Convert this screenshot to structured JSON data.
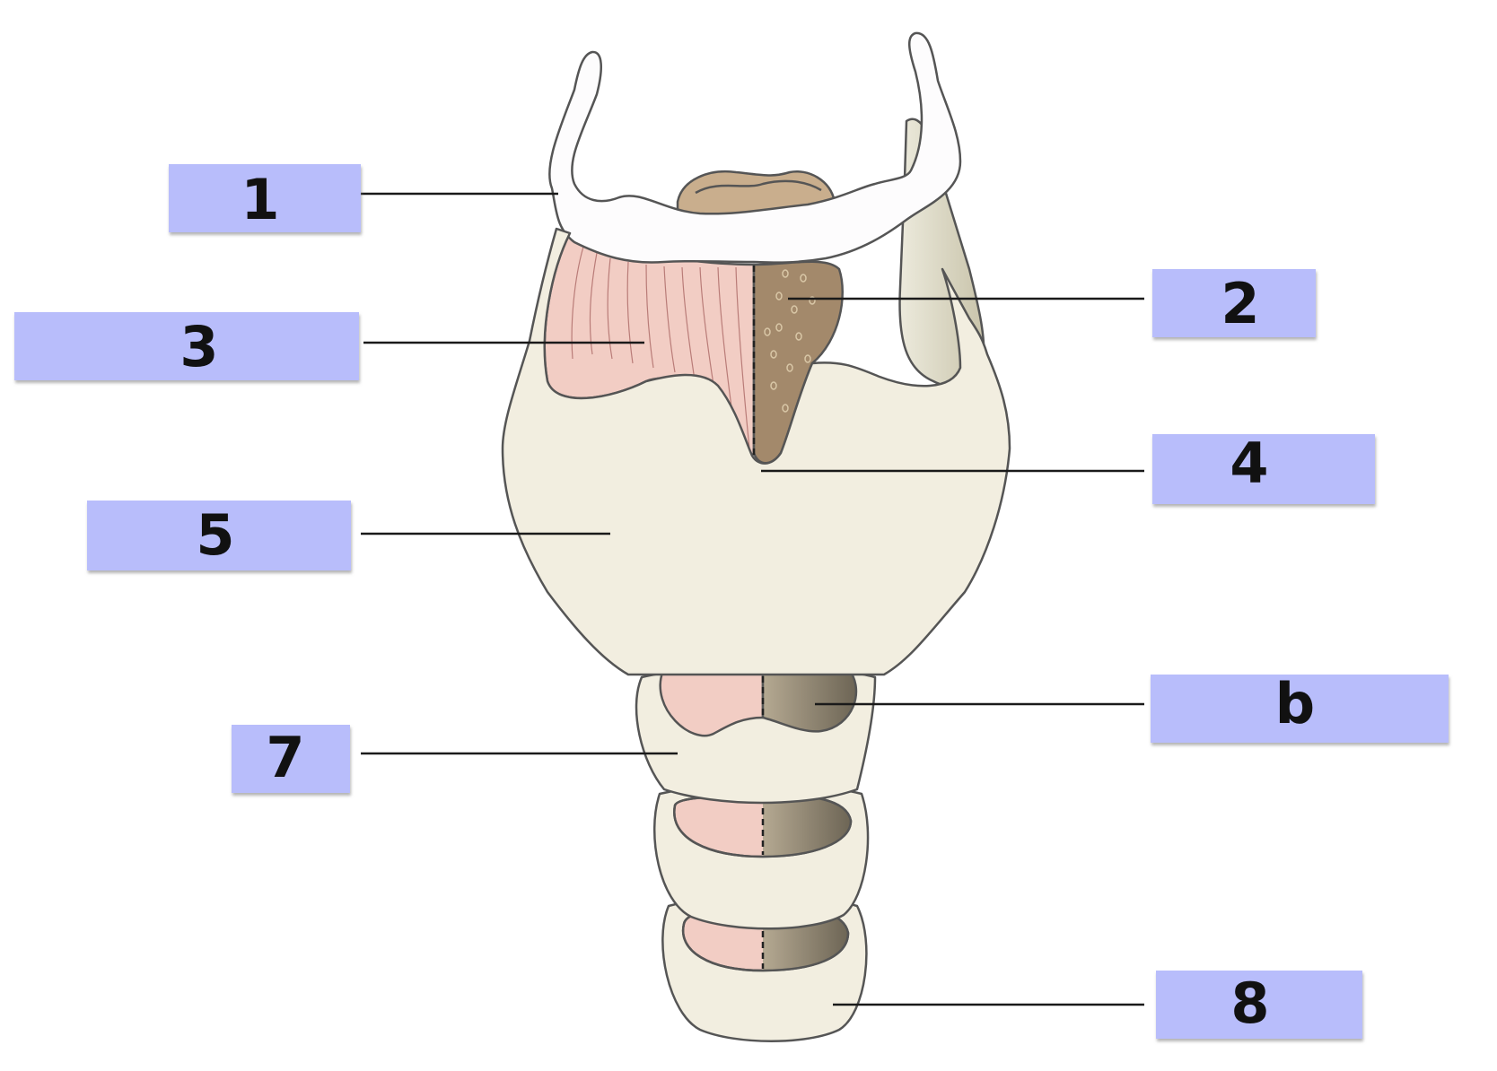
{
  "labels": {
    "l1": "1",
    "l2": "2",
    "l3": "3",
    "l4": "4",
    "l5": "5",
    "l6": "b",
    "l7": "7",
    "l8": "8"
  },
  "colors": {
    "label_fill": "#b8bdfb",
    "cartilage": "#f2eee0",
    "hyoid": "#fdfcfd",
    "ligament_pink": "#f2cdc4",
    "membrane_brown": "#a3896b",
    "epiglottis": "#c9ae8d",
    "outline": "#555555",
    "leader": "#1a1a1a"
  }
}
